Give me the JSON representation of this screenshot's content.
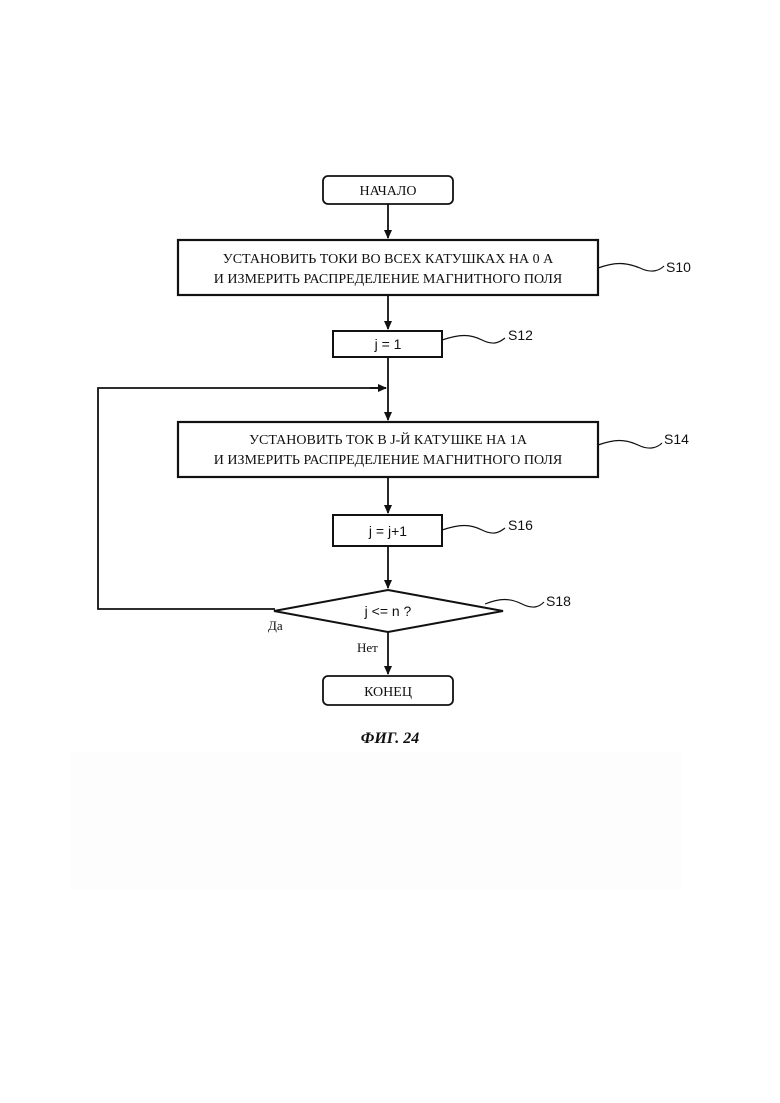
{
  "flowchart": {
    "start": "НАЧАЛО",
    "s10_line1": "УСТАНОВИТЬ ТОКИ ВО ВСЕХ КАТУШКАХ НА 0 А",
    "s10_line2": "И ИЗМЕРИТЬ РАСПРЕДЕЛЕНИЕ МАГНИТНОГО ПОЛЯ",
    "s10_label": "S10",
    "s12": "j = 1",
    "s12_label": "S12",
    "s14_line1": "УСТАНОВИТЬ ТОК В J-Й КАТУШКЕ НА 1А",
    "s14_line2": "И ИЗМЕРИТЬ РАСПРЕДЕЛЕНИЕ МАГНИТНОГО ПОЛЯ",
    "s14_label": "S14",
    "s16": "j = j+1",
    "s16_label": "S16",
    "s18": "j <= n ?",
    "s18_label": "S18",
    "yes": "Да",
    "no": "Нет",
    "end": "КОНЕЦ"
  },
  "caption": "ФИГ. 24"
}
